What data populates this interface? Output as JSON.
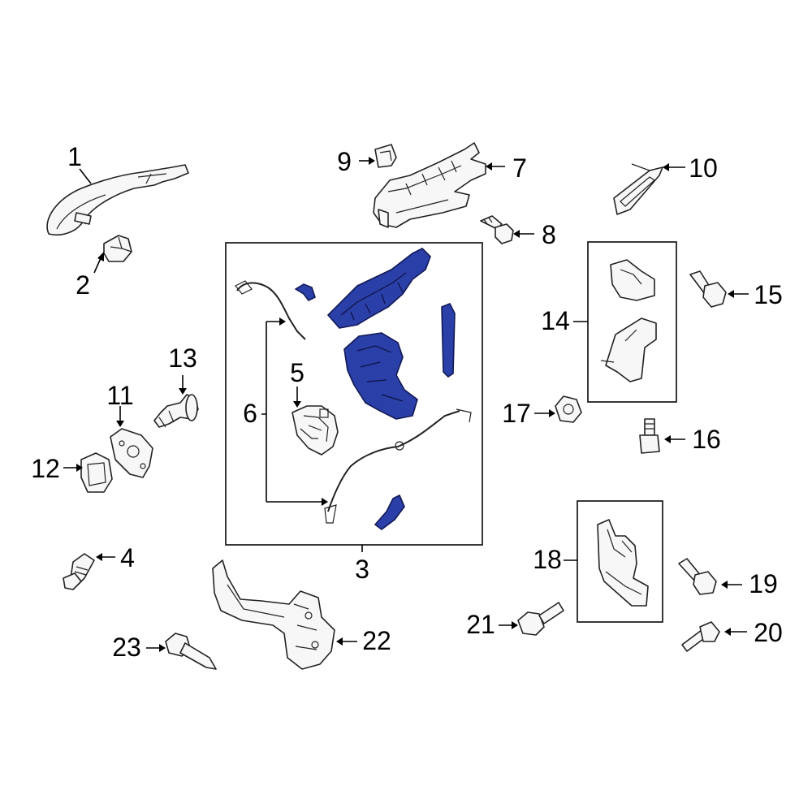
{
  "callouts": {
    "c1": "1",
    "c2": "2",
    "c3": "3",
    "c4": "4",
    "c5": "5",
    "c6": "6",
    "c7": "7",
    "c8": "8",
    "c9": "9",
    "c10": "10",
    "c11": "11",
    "c12": "12",
    "c13": "13",
    "c14": "14",
    "c15": "15",
    "c16": "16",
    "c17": "17",
    "c18": "18",
    "c19": "19",
    "c20": "20",
    "c21": "21",
    "c22": "22",
    "c23": "23"
  },
  "colors": {
    "highlight": "#2b3fa8",
    "outline": "#222222",
    "background": "#ffffff"
  }
}
